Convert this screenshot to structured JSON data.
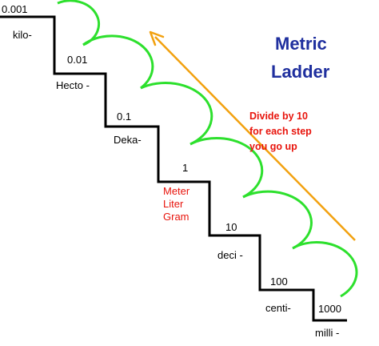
{
  "title": {
    "line1": "Metric",
    "line2": "Ladder",
    "color": "#1f2f9e"
  },
  "note": {
    "line1": "Divide by 10",
    "line2": "for each step",
    "line3": "you go up",
    "color": "#e8140c"
  },
  "steps": [
    {
      "value": "0.001",
      "prefix": "kilo-"
    },
    {
      "value": "0.01",
      "prefix": "Hecto -"
    },
    {
      "value": "0.1",
      "prefix": "Deka-"
    },
    {
      "value": "1",
      "prefix": ""
    },
    {
      "value": "10",
      "prefix": "deci -"
    },
    {
      "value": "100",
      "prefix": "centi-"
    },
    {
      "value": "1000",
      "prefix": "milli -"
    }
  ],
  "base_units": [
    "Meter",
    "Liter",
    "Gram"
  ],
  "colors": {
    "stairs": "#000000",
    "arcs": "#2de02d",
    "arrow": "#f2a10f",
    "base_units": "#e8140c"
  },
  "icons": {
    "arrow": "diagonal-up-arrow-icon"
  }
}
